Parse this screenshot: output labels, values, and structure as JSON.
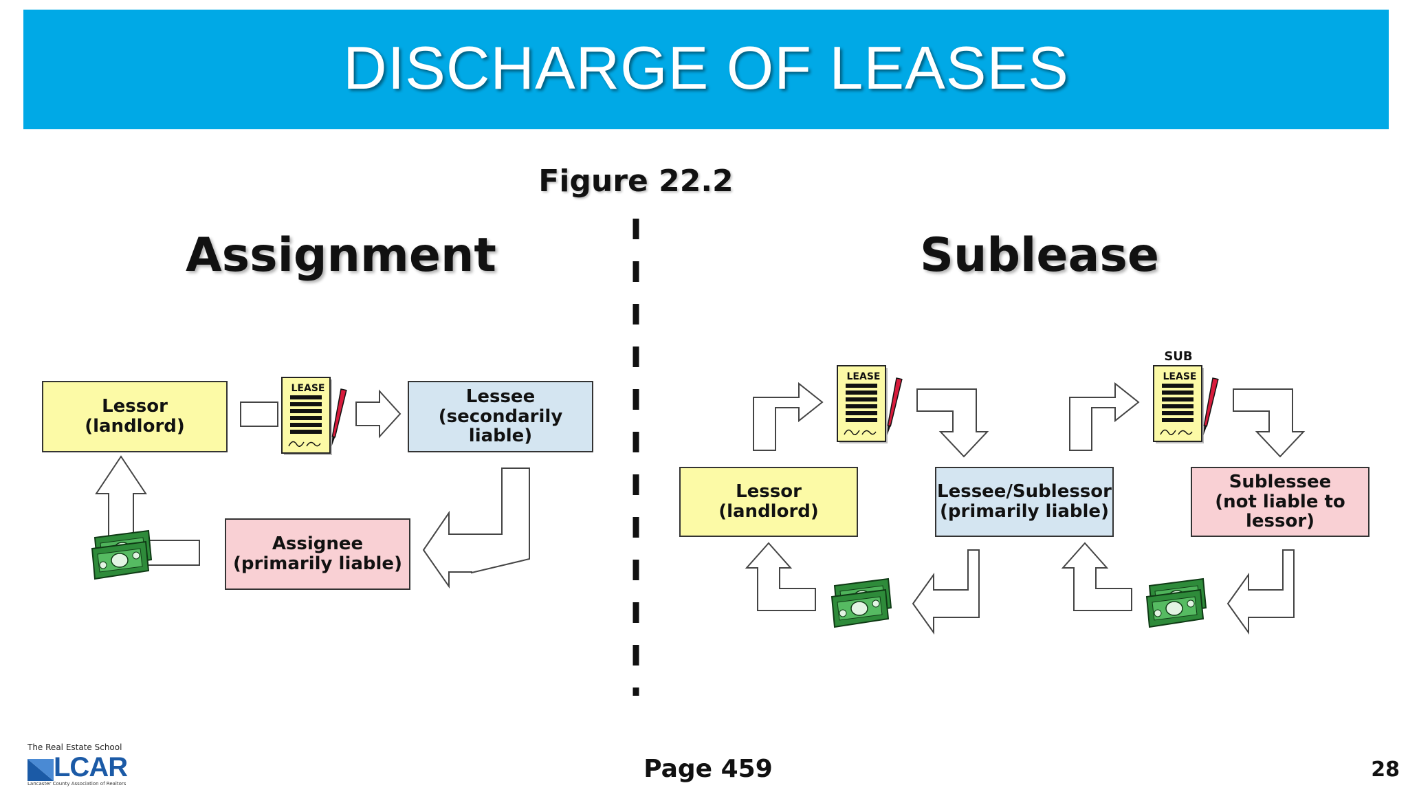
{
  "title": "DISCHARGE OF LEASES",
  "figure_label": "Figure 22.2",
  "assignment": {
    "heading": "Assignment",
    "lessor": [
      "Lessor",
      "(landlord)"
    ],
    "lessee": [
      "Lessee",
      "(secondarily liable)"
    ],
    "assignee": [
      "Assignee",
      "(primarily liable)"
    ],
    "lease_label": "LEASE"
  },
  "sublease": {
    "heading": "Sublease",
    "lessor": [
      "Lessor",
      "(landlord)"
    ],
    "lessee_sublessor": [
      "Lessee/Sublessor",
      "(primarily liable)"
    ],
    "sublessee": [
      "Sublessee",
      "(not liable to lessor)"
    ],
    "lease_label": "LEASE",
    "sublease_top": "SUB",
    "sublease_label": "LEASE"
  },
  "footer": {
    "page": "Page 459",
    "slide_number": "28",
    "logo_tagline": "The Real Estate School",
    "logo_name": "LCAR",
    "logo_subtitle": "Lancaster County Association of Realtors"
  },
  "colors": {
    "banner": "#00a9e6",
    "lessor_box": "#fcfaa6",
    "lessee_box": "#d4e5f1",
    "assignee_box": "#f9d0d4",
    "money": "#2e8b3a"
  }
}
